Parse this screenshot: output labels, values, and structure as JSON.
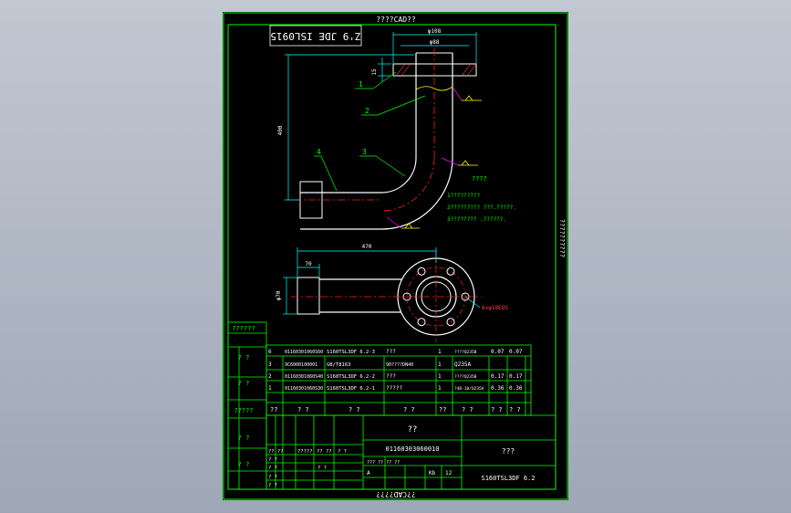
{
  "colors": {
    "background": "#a7b0bf",
    "sheet": "#000000",
    "frame": "#00ff00",
    "geometry": "#ffffff",
    "dimension": "#00ffff",
    "centerline": "#ff2020",
    "annotation": "#00ff00",
    "leader": "#ff00ff",
    "weld_symbol": "#ffff00",
    "dim_text": "#ff4040"
  },
  "drawing": {
    "top_title_mirrored": "????CAD??",
    "bottom_title_mirrored": "??CAD????",
    "side_code_mirrored": "??????????",
    "corner_code_mirrored": "Z'9 JDE ISL0915",
    "views": {
      "front": {
        "dims": {
          "outer_width": "φ108",
          "inner_width": "φ88",
          "flange_thk": "15",
          "height": "400"
        },
        "balloons": [
          "1",
          "2",
          "3",
          "4"
        ]
      },
      "plan": {
        "dims": {
          "length": "470",
          "stub": "70",
          "pipe_dia": "φ70",
          "bolt_holes": "6xφ18EQS"
        }
      }
    },
    "notes": [
      "????",
      "1?????????",
      "2????????? ???.?????.",
      "3???????? .??????."
    ]
  },
  "left_strip": {
    "labels": [
      "??????",
      "? ?",
      "? ?",
      "?????",
      "? ?",
      "? ?"
    ]
  },
  "bom": {
    "rows": [
      {
        "no": "6",
        "code": "01160301060S60",
        "drawing": "S160TSL3DF 6.2-3",
        "name": "???",
        "qty": "1",
        "material": "????Q235B",
        "unit": "0.07",
        "total": "0.07"
      },
      {
        "no": "3",
        "code": "9C6000100001",
        "drawing": "GB/T8163",
        "name": "90????DN40",
        "qty": "1",
        "material": "Q235A",
        "unit": "",
        "total": ""
      },
      {
        "no": "2",
        "code": "01160301060S40",
        "drawing": "S160TSL3DF 6.2-2",
        "name": "???",
        "qty": "1",
        "material": "????Q235B",
        "unit": "0.17",
        "total": "0.17"
      },
      {
        "no": "1",
        "code": "01160301060S30",
        "drawing": "S160TSL3DF 6.2-1",
        "name": "?????",
        "qty": "1",
        "material": "?48-10/Q235A",
        "unit": "0.36",
        "total": "0.36"
      }
    ],
    "header": [
      "??",
      "? ?",
      "? ?",
      "? ?",
      "??",
      "? ?",
      "? ?",
      "? ?"
    ]
  },
  "title_block": {
    "name": "??",
    "drawing_code": "01160303060010",
    "company": "???",
    "product_code": "S160TSL3DF 6.2",
    "sub_headers": [
      "?? ??",
      "?????",
      "?? ??",
      "? ?",
      "??? ?? ?? ??"
    ],
    "row_labels": [
      "? ?",
      "? ?",
      "? ?",
      "? ?",
      "? ?"
    ],
    "scale_row": {
      "a": "A",
      "b": "Kb",
      "c": "12"
    }
  }
}
